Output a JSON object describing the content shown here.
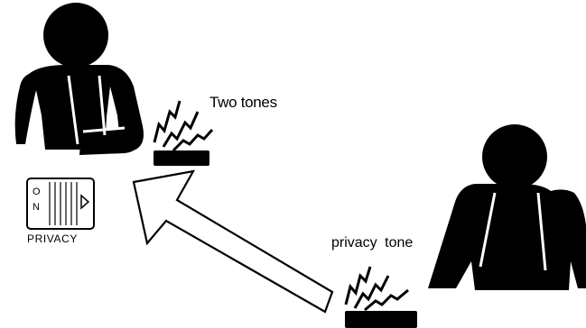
{
  "labels": {
    "two_tones": "Two tones",
    "privacy_tone": "privacy tone",
    "privacy_caption": "PRIVACY",
    "switch_o": "O",
    "switch_n": "N"
  },
  "colors": {
    "ink": "#000000",
    "paper": "#ffffff"
  },
  "icons": {
    "left_person": "person-silhouette-icon",
    "right_person": "person-silhouette-icon",
    "left_phone": "telephone-handset-icon",
    "right_phone": "telephone-handset-icon",
    "left_sound": "sound-waves-icon",
    "right_sound": "sound-waves-icon",
    "switch": "privacy-switch-icon",
    "arrow": "arrow-icon"
  }
}
